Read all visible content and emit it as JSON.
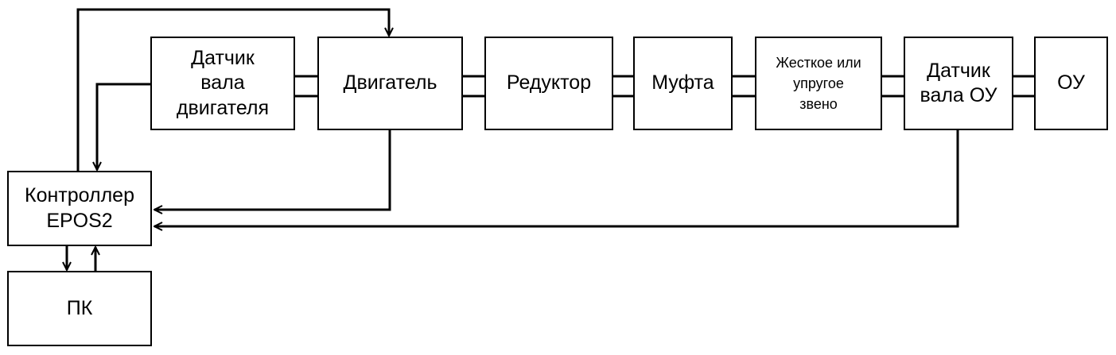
{
  "blocks": {
    "shaft_sensor_motor": [
      "Датчик",
      "вала",
      "двигателя"
    ],
    "motor": [
      "Двигатель"
    ],
    "reducer": [
      "Редуктор"
    ],
    "coupling": [
      "Муфта"
    ],
    "link": [
      "Жесткое или",
      "упругое",
      "звено"
    ],
    "shaft_sensor_ou": [
      "Датчик",
      "вала ОУ"
    ],
    "ou": [
      "ОУ"
    ],
    "controller": [
      "Контроллер",
      "EPOS2"
    ],
    "pc": [
      "ПК"
    ]
  },
  "colors": {
    "line": "#000000",
    "background": "#ffffff"
  }
}
